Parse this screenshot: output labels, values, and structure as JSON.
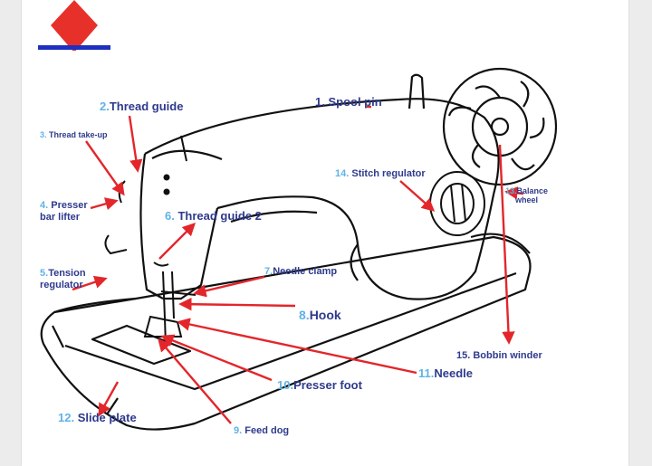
{
  "brand": {
    "logo_icon": "red-diamond-logo-icon",
    "accent": "#e8302a",
    "underline": "#1f2fbf"
  },
  "colors": {
    "arrow": "#e3262b",
    "label_text": "#2e3a8c",
    "label_number": "#5fb3e6",
    "outline": "#111111"
  },
  "labels": [
    {
      "id": "spool-pin",
      "num": "1.",
      "text": " Spool pin"
    },
    {
      "id": "thread-guide",
      "num": "2.",
      "text": "Thread guide"
    },
    {
      "id": "thread-take-up",
      "num": "3.",
      "text": " Thread take-up"
    },
    {
      "id": "presser-bar-lifter",
      "num": "4.",
      "text": " Presser",
      "line2": "bar lifter"
    },
    {
      "id": "tension-regulator",
      "num": "5.",
      "text": "Tension",
      "line2": "regulator"
    },
    {
      "id": "thread-guide-2",
      "num": "6.",
      "text": " Thread guide 2"
    },
    {
      "id": "needle-clamp",
      "num": "7.",
      "text": "Needle clamp"
    },
    {
      "id": "hook",
      "num": "8.",
      "text": "Hook"
    },
    {
      "id": "feed-dog",
      "num": "9.",
      "text": " Feed dog"
    },
    {
      "id": "presser-foot",
      "num": "10.",
      "text": "Presser foot"
    },
    {
      "id": "needle",
      "num": "11.",
      "text": "Needle"
    },
    {
      "id": "slide-plate",
      "num": "12.",
      "text": " Slide plate"
    },
    {
      "id": "balance-wheel",
      "num": "13.",
      "text": "Balance",
      "line2": "wheel"
    },
    {
      "id": "stitch-regulator",
      "num": "14.",
      "text": " Stitch regulator"
    },
    {
      "id": "bobbin-winder",
      "num": "15.",
      "text": " Bobbin winder"
    }
  ]
}
